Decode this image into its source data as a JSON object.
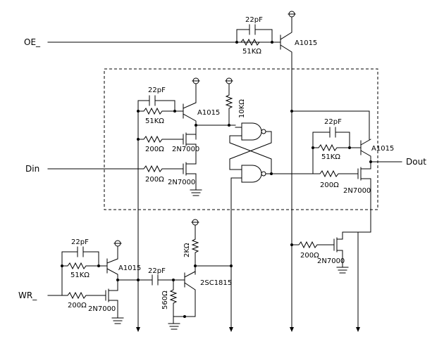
{
  "signals": {
    "oe": "OE_",
    "din": "Din",
    "wr": "WR_",
    "dout": "Dout"
  },
  "parts": {
    "c_oe": "22pF",
    "r_oe_fb": "51KΩ",
    "q_oe": "A1015",
    "c_in": "22pF",
    "r_in_fb": "51KΩ",
    "q_in": "A1015",
    "r_in_a": "200Ω",
    "m_in_a": "2N7000",
    "r_in_b": "200Ω",
    "m_in_b": "2N7000",
    "r_pull": "10KΩ",
    "c_out": "22pF",
    "r_out_fb": "51KΩ",
    "q_out": "A1015",
    "r_out_g": "200Ω",
    "m_out": "2N7000",
    "r_low_g": "200Ω",
    "m_low": "2N7000",
    "c_wr": "22pF",
    "r_wr_fb": "51KΩ",
    "q_wr": "A1015",
    "r_wr_g": "200Ω",
    "m_wr": "2N7000",
    "c_couple": "22pF",
    "r_col": "2KΩ",
    "r_emit": "560Ω",
    "q_npn": "2SC1815"
  }
}
